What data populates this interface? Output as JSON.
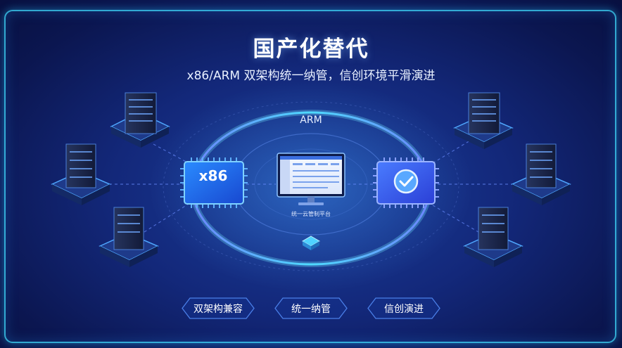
{
  "header": {
    "title": "国产化替代",
    "subtitle": "x86/ARM 双架构统一纳管，信创环境平滑演进"
  },
  "diagram": {
    "ring_label": "ARM",
    "left_chip_label": "x86",
    "center_label": "统一云管制平台",
    "right_chip_icon": "check-icon",
    "left_servers": [
      "server-icon",
      "server-icon",
      "server-icon"
    ],
    "right_servers": [
      "server-icon",
      "server-icon",
      "server-icon"
    ]
  },
  "features": [
    {
      "label": "双架构兼容"
    },
    {
      "label": "统一纳管"
    },
    {
      "label": "信创演进"
    }
  ],
  "colors": {
    "accent_cyan": "#3fd8ff",
    "accent_purple": "#8a6cff",
    "chip_blue": "#1e6ff0"
  }
}
